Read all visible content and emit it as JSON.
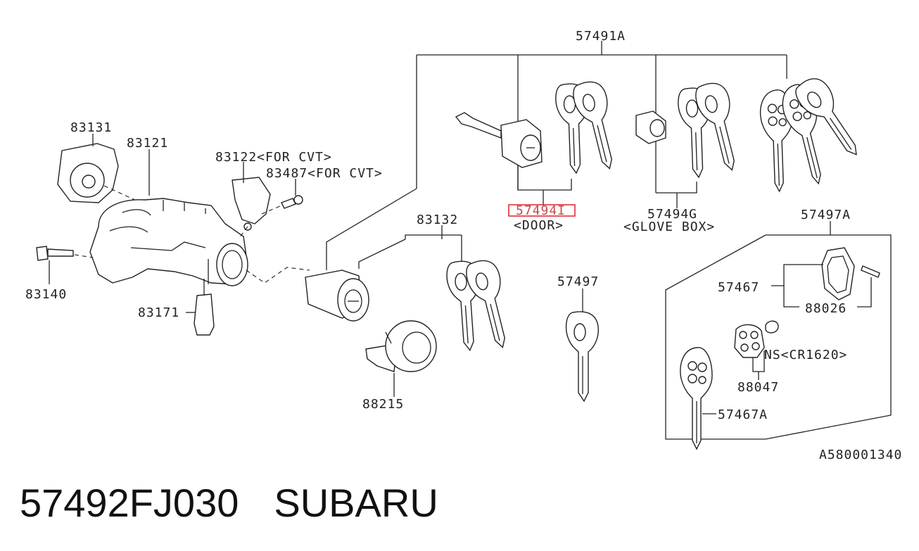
{
  "diagram": {
    "labels": {
      "p57491A": "57491A",
      "p83131": "83131",
      "p83121": "83121",
      "p83122": "83122<FOR CVT>",
      "p83487": "83487<FOR CVT>",
      "p83140": "83140",
      "p83171": "83171",
      "p83132": "83132",
      "p88215": "88215",
      "p57494I": "57494I",
      "door": "<DOOR>",
      "p57494G": "57494G",
      "glove": "<GLOVE BOX>",
      "p57497": "57497",
      "p57497A": "57497A",
      "p57467": "57467",
      "p88026": "88026",
      "ns": "NS<CR1620>",
      "p88047": "88047",
      "p57467A": "57467A",
      "ref": "A580001340"
    },
    "highlight_color": "#e0202a"
  },
  "footer": {
    "part_number": "57492FJ030",
    "brand": "SUBARU"
  }
}
